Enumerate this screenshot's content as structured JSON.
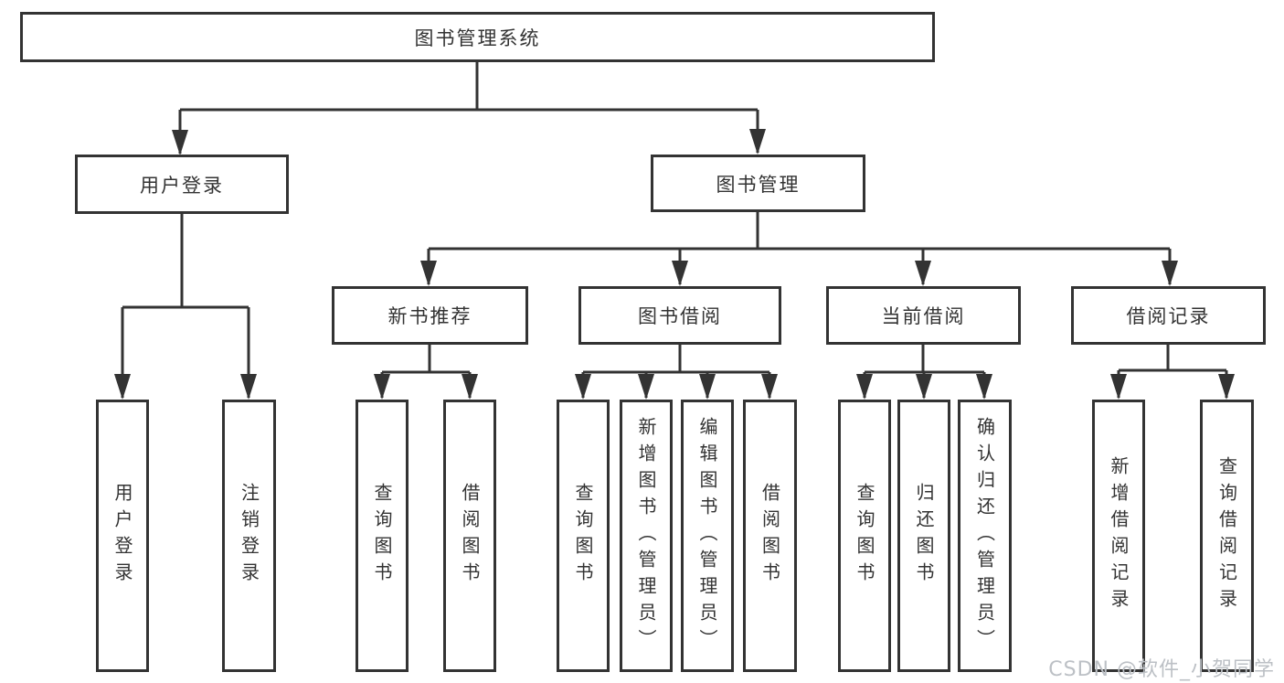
{
  "colors": {
    "line": "#333333",
    "text": "#333333",
    "watermark": "#bcc0c5",
    "background": "#ffffff"
  },
  "watermark": {
    "text": "CSDN @软件_小贺同学"
  },
  "diagram": {
    "type": "hierarchy",
    "root": {
      "label": "图书管理系统",
      "children": [
        {
          "label": "用户登录",
          "children": [
            {
              "label": "用户登录"
            },
            {
              "label": "注销登录"
            }
          ]
        },
        {
          "label": "图书管理",
          "children": [
            {
              "label": "新书推荐",
              "children": [
                {
                  "label": "查询图书"
                },
                {
                  "label": "借阅图书"
                }
              ]
            },
            {
              "label": "图书借阅",
              "children": [
                {
                  "label": "查询图书"
                },
                {
                  "label": "新增图书（管理员）"
                },
                {
                  "label": "编辑图书（管理员）"
                },
                {
                  "label": "借阅图书"
                }
              ]
            },
            {
              "label": "当前借阅",
              "children": [
                {
                  "label": "查询图书"
                },
                {
                  "label": "归还图书"
                },
                {
                  "label": "确认归还（管理员）"
                }
              ]
            },
            {
              "label": "借阅记录",
              "children": [
                {
                  "label": "新增借阅记录"
                },
                {
                  "label": "查询借阅记录"
                }
              ]
            }
          ]
        }
      ]
    }
  }
}
